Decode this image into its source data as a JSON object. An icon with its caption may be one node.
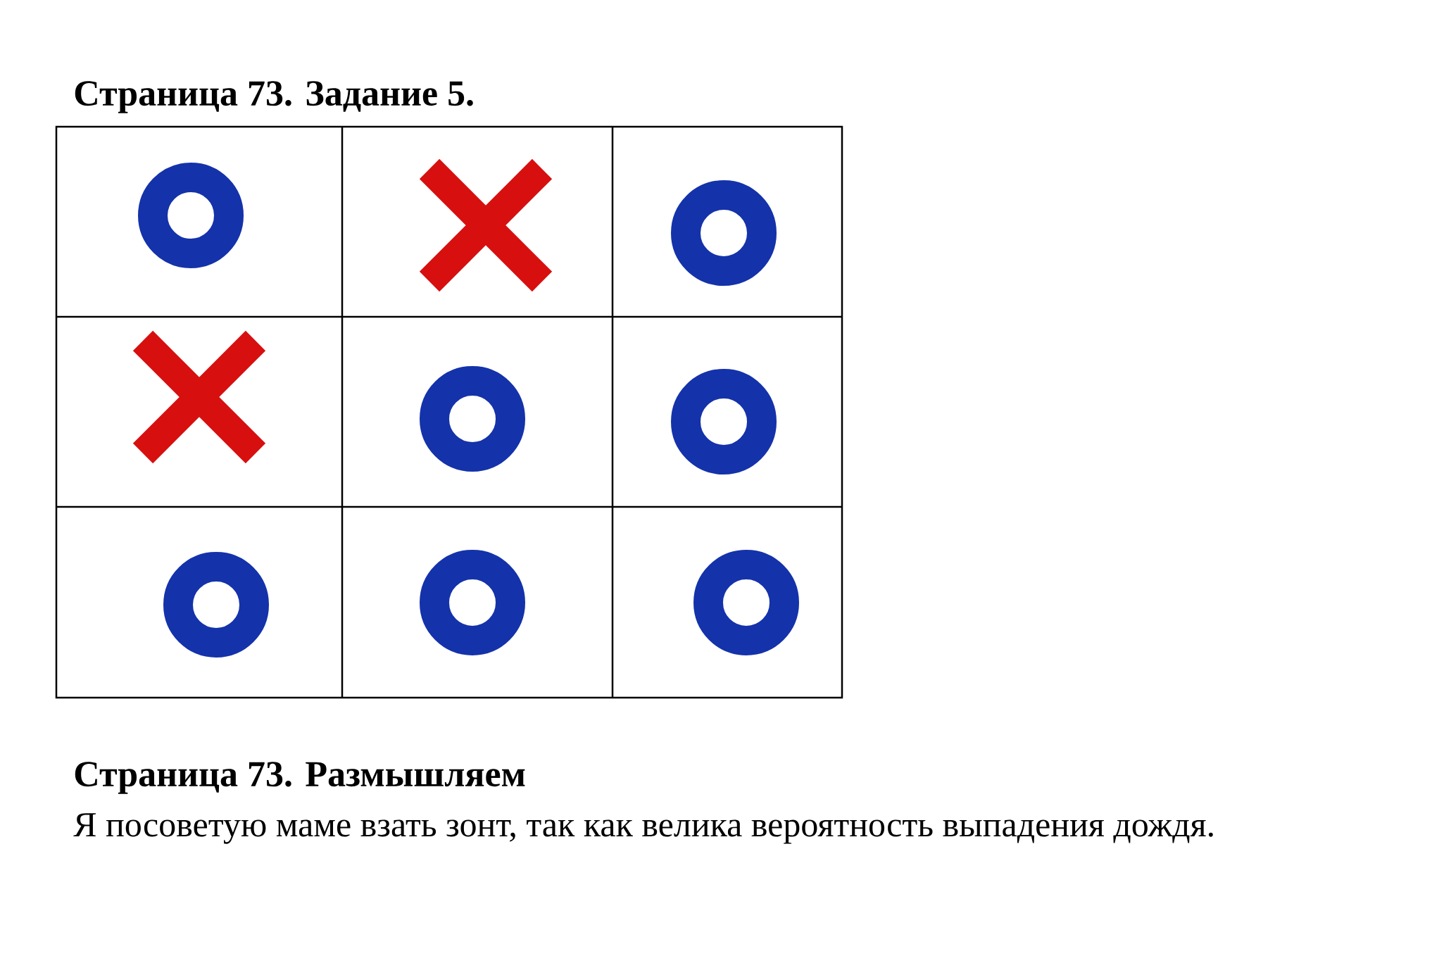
{
  "diagram": {
    "title": "Страница 73. Задание 5.",
    "nodes": [
      {
        "text": [],
        "shape": "circle"
      },
      {
        "text": [],
        "shape": "cross"
      },
      {
        "text": [],
        "shape": "circle"
      },
      {
        "text": [],
        "shape": "cross"
      },
      {
        "text": [],
        "shape": "circle"
      },
      {
        "text": [],
        "shape": "circle"
      },
      {
        "text": [],
        "shape": "circle"
      },
      {
        "text": [],
        "shape": "circle"
      },
      {
        "text": [],
        "shape": "circle"
      }
    ],
    "labels": [
      "Страница 73. Размышляем",
      "Я посоветую маме взать зонт, так как велика вероятность выпадения дождя."
    ]
  }
}
